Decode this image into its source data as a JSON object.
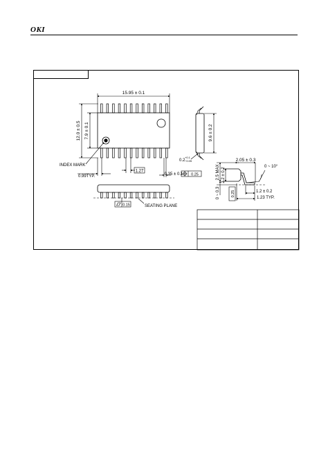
{
  "header": {
    "logo": "OKI"
  },
  "drawing": {
    "tab_label": "",
    "dims": {
      "body_length": "15.95 ± 0.1",
      "overall_width": "12.0 ± 0.5",
      "body_width": "7.9 ± 0.1",
      "pitch": "1.27",
      "lead_width": "0.35 ± 0.1",
      "lead_pos_tol": "0.25",
      "end_offset": "0.99TYP.",
      "lead_thickness": "0.2",
      "lead_thickness_tol_plus": "+0.1",
      "lead_thickness_tol_minus": "−0.05",
      "body_height": "9.6 ± 0.2",
      "max_height": "2.5 MAX",
      "body_thickness": "2.2 ± 0.2",
      "standoff": "0 ~ 0.3",
      "shoulder": "2.05 ± 0.3",
      "foot_length": "1.2 ± 0.2",
      "lead_extent": "1.23 TYP.",
      "foot_angle": "0 ~ 10°",
      "gauge": "0.25",
      "coplanarity": "0.15"
    },
    "labels": {
      "index_mark": "INDEX MARK",
      "seating_plane": "SEATING PLANE"
    }
  },
  "info_table": {
    "rows": [
      {
        "label": "",
        "value": ""
      },
      {
        "label": "",
        "value": ""
      },
      {
        "label": "",
        "value": ""
      },
      {
        "label": "",
        "value": ""
      }
    ]
  }
}
